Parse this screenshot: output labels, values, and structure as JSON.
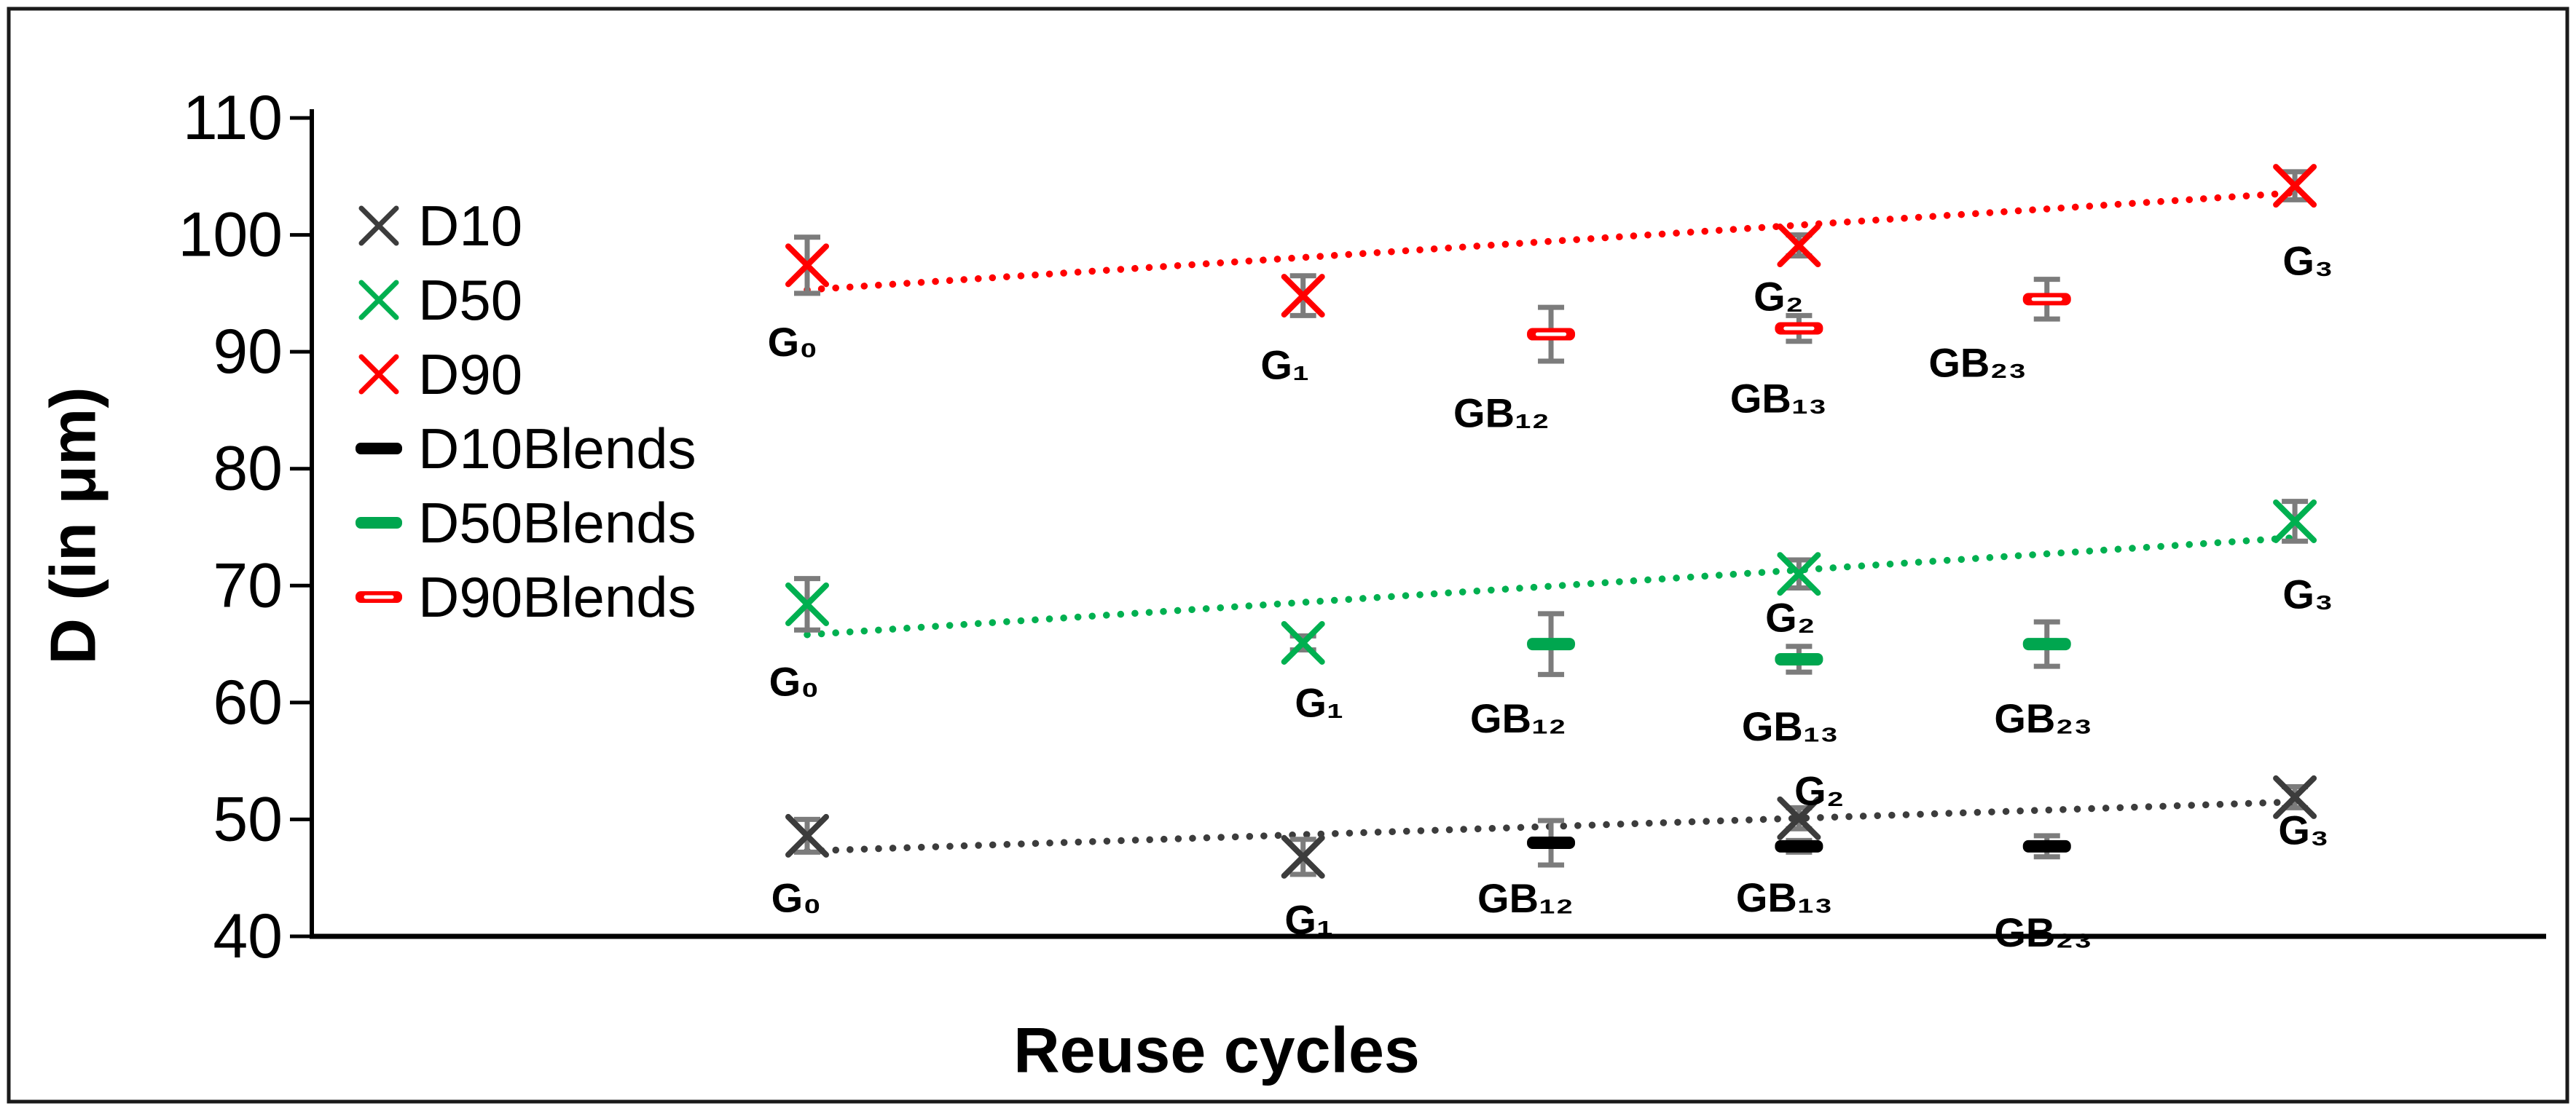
{
  "figure": {
    "background": "#ffffff",
    "border_color": "#1a1a1a"
  },
  "chart_data": {
    "type": "scatter",
    "title": "",
    "xlabel": "Reuse cycles",
    "ylabel": "D (in μm)",
    "ylim": [
      40,
      110
    ],
    "yticks": [
      40,
      50,
      60,
      70,
      80,
      90,
      100,
      110
    ],
    "grid": false,
    "legend_position": "upper-left-inside",
    "colors": {
      "d10": "#3C3C3C",
      "d10_blends": "#000000",
      "d50": "#00B050",
      "d90": "#FF0000",
      "error_bar": "#7C7C7C"
    },
    "legend": [
      {
        "label": "D10",
        "marker": "x",
        "color": "#3C3C3C",
        "stripe": false
      },
      {
        "label": "D50",
        "marker": "x",
        "color": "#00B050",
        "stripe": false
      },
      {
        "label": "D90",
        "marker": "x",
        "color": "#FF0000",
        "stripe": false
      },
      {
        "label": "D10Blends",
        "marker": "dash",
        "color": "#000000",
        "stripe": false
      },
      {
        "label": "D50Blends",
        "marker": "dash",
        "color": "#00A64F",
        "stripe": false
      },
      {
        "label": "D90Blends",
        "marker": "dash",
        "color": "#FF0000",
        "stripe": true
      }
    ],
    "series": [
      {
        "name": "D90",
        "marker": "x",
        "color": "#FF0000",
        "stripe": false,
        "trend": {
          "from_value": 95.3,
          "to_value": 103.6,
          "from_cycle": 0,
          "to_cycle": 3
        },
        "points": [
          {
            "label": "G₀",
            "cycle": 0,
            "value": 97.4,
            "err": 2.4
          },
          {
            "label": "G₁",
            "cycle": 1,
            "value": 94.8,
            "err": 1.7
          },
          {
            "label": "G₂",
            "cycle": 2,
            "value": 99.1,
            "err": 0.9
          },
          {
            "label": "G₃",
            "cycle": 3,
            "value": 104.2,
            "err": 1.2
          }
        ]
      },
      {
        "name": "D90Blends",
        "marker": "dash",
        "color": "#FF0000",
        "stripe": true,
        "points": [
          {
            "label": "GB₁₂",
            "cycle": 1.5,
            "value": 91.5,
            "err": 2.3
          },
          {
            "label": "GB₁₃",
            "cycle": 2,
            "value": 92.0,
            "err": 1.1
          },
          {
            "label": "GB₂₃",
            "cycle": 2.5,
            "value": 94.5,
            "err": 1.7
          }
        ]
      },
      {
        "name": "D50",
        "marker": "x",
        "color": "#00B050",
        "stripe": false,
        "trend": {
          "from_value": 65.8,
          "to_value": 74.1,
          "from_cycle": 0,
          "to_cycle": 3
        },
        "points": [
          {
            "label": "G₀",
            "cycle": 0,
            "value": 68.4,
            "err": 2.2
          },
          {
            "label": "G₁",
            "cycle": 1,
            "value": 65.1,
            "err": 0.6
          },
          {
            "label": "G₂",
            "cycle": 2,
            "value": 71.0,
            "err": 1.2
          },
          {
            "label": "G₃",
            "cycle": 3,
            "value": 75.5,
            "err": 1.7
          }
        ]
      },
      {
        "name": "D50Blends",
        "marker": "dash",
        "color": "#00A64F",
        "stripe": false,
        "points": [
          {
            "label": "GB₁₂",
            "cycle": 1.5,
            "value": 65.0,
            "err": 2.6
          },
          {
            "label": "GB₁₃",
            "cycle": 2,
            "value": 63.7,
            "err": 1.1
          },
          {
            "label": "GB₂₃",
            "cycle": 2.5,
            "value": 65.0,
            "err": 1.9
          }
        ]
      },
      {
        "name": "D10",
        "marker": "x",
        "color": "#3C3C3C",
        "stripe": false,
        "trend": {
          "from_value": 47.3,
          "to_value": 51.5,
          "from_cycle": 0,
          "to_cycle": 3
        },
        "points": [
          {
            "label": "G₀",
            "cycle": 0,
            "value": 48.6,
            "err": 1.4
          },
          {
            "label": "G₁",
            "cycle": 1,
            "value": 46.8,
            "err": 1.5
          },
          {
            "label": "G₂",
            "cycle": 2,
            "value": 50.1,
            "err": 0.9
          },
          {
            "label": "G₃",
            "cycle": 3,
            "value": 51.9,
            "err": 0.9
          }
        ]
      },
      {
        "name": "D10Blends",
        "marker": "dash",
        "color": "#000000",
        "stripe": false,
        "points": [
          {
            "label": "GB₁₂",
            "cycle": 1.5,
            "value": 48.0,
            "err": 1.9
          },
          {
            "label": "GB₁₃",
            "cycle": 2,
            "value": 47.7,
            "err": 0.5
          },
          {
            "label": "GB₂₃",
            "cycle": 2.5,
            "value": 47.7,
            "err": 0.9
          }
        ]
      }
    ]
  }
}
